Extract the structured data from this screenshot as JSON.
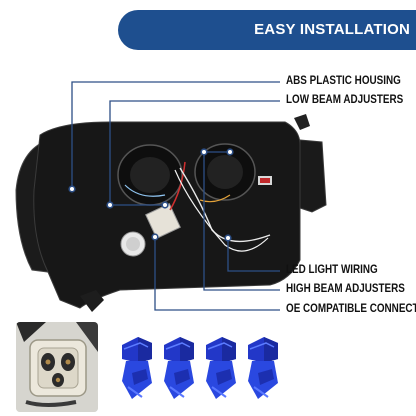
{
  "banner": {
    "title": "EASY INSTALLATION"
  },
  "callouts": [
    "ABS PLASTIC HOUSING",
    "LOW BEAM ADJUSTERS",
    "LED LIGHT WIRING",
    "HIGH BEAM ADJUSTERS",
    "OE COMPATIBLE CONNECTOR"
  ],
  "colors": {
    "banner": "#1e4f8f",
    "connector_blue": "#1f3fd0",
    "callout_line": "#2d4f86"
  }
}
